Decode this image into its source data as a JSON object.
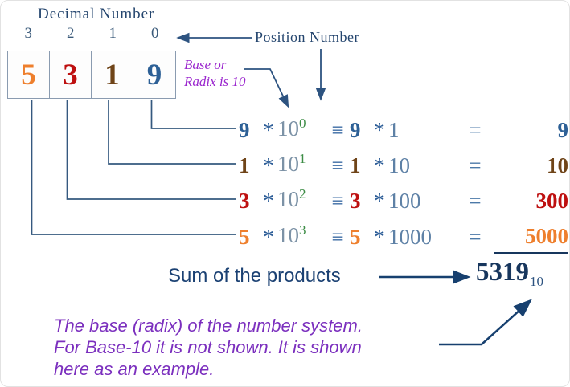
{
  "titles": {
    "decimal_number": "Decimal Number",
    "position_number": "Position Number"
  },
  "position_labels": [
    "3",
    "2",
    "1",
    "0"
  ],
  "digit_cells": [
    {
      "value": "5",
      "color": "#EE7F2D"
    },
    {
      "value": "3",
      "color": "#BE1010"
    },
    {
      "value": "1",
      "color": "#6F4418"
    },
    {
      "value": "9",
      "color": "#2D6096"
    }
  ],
  "base_note": {
    "line1": "Base or",
    "line2": "Radix is 10"
  },
  "equations": {
    "symbols": {
      "star": "*",
      "base": "10",
      "equiv": "≡",
      "equals": "="
    },
    "rows": [
      {
        "digit": "9",
        "exp": "0",
        "mult": "1",
        "result": "9",
        "color": "#2D6096"
      },
      {
        "digit": "1",
        "exp": "1",
        "mult": "10",
        "result": "10",
        "color": "#6F4418"
      },
      {
        "digit": "3",
        "exp": "2",
        "mult": "100",
        "result": "300",
        "color": "#BE1010"
      },
      {
        "digit": "5",
        "exp": "3",
        "mult": "1000",
        "result": "5000",
        "color": "#EE7F2D"
      }
    ]
  },
  "sum": {
    "label": "Sum of the products",
    "value": "5319",
    "base_subscript": "10"
  },
  "footnote": {
    "line1": "The base (radix) of the number system.",
    "line2": "For Base-10 it is not shown. It is shown",
    "line3": "here as an example."
  },
  "colors": {
    "label_navy": "#24456E",
    "arrow_navy": "#17406F",
    "connector_blue": "#2D5380",
    "exponent_green": "#3C8C45",
    "base_steel": "#7C92A6",
    "multiplier_steel": "#5E81A6",
    "note_purple": "#9B27CE",
    "footnote_purple": "#7B2FBE",
    "digit_orange": "#EE7F2D",
    "digit_red": "#BE1010",
    "digit_brown": "#6F4418",
    "digit_blue": "#2D6096"
  }
}
